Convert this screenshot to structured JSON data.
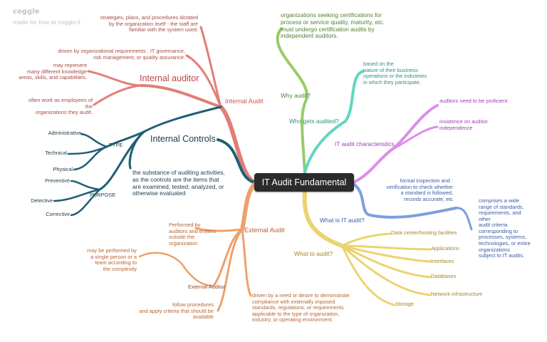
{
  "brand": {
    "logo": "coggle",
    "made_for_free": "made for free at coggle.it"
  },
  "central": "IT Audit Fundamental",
  "colors": {
    "internal_audit": "#e07f77",
    "internal_controls": "#1f5f74",
    "external_audit": "#efa06a",
    "why": "#96cc66",
    "who": "#5ed7c0",
    "characteristics": "#db8ee8",
    "what_is": "#7d9ede",
    "what_to_audit": "#ecd36f"
  },
  "internal_audit": {
    "label": "Internal Audit",
    "internal_auditor_heading": "Internal auditor",
    "strategies": "strategies, plans, and procedures dictated\nby the organization itself - the staff are\nfamiliar with the system used.",
    "driven": "driven by organizational requirements : IT governance,\nrisk management, or quality assurance.",
    "represent": "may represent\nmany different knowledge\nareas, skills, and capabilities.",
    "employees": "often work as employees of\nthe\norganizations they audit."
  },
  "internal_controls": {
    "label": "Internal Controls",
    "description": "the substance of auditing activities,\nas the controls are the items that\nare examined, tested, analyzed, or\notherwise evaluated",
    "type_label": "TYPE",
    "types": [
      "Administrative",
      "Technical",
      "Physical"
    ],
    "purpose_label": "PURPOSE",
    "purposes": [
      "Preventive",
      "Detective",
      "Corrective"
    ]
  },
  "external_audit": {
    "label": "External Audit",
    "performed": "Performed by\nauditors and entities\noutside the\norganization",
    "external_auditor": "External Auditor",
    "single": "may be performed by\na single person or a\nteam according to\nthe complexity",
    "follow": "follow procedures\nand apply criteria that should be\navailable",
    "driven": "driven by a need or desire to demonstrate\ncompliance with externally imposed\nstandards, regulations, or requirements\napplicable to the type of organization,\nindustry, or operating environment."
  },
  "why": {
    "label": "Why audit?",
    "text": "organizations seeking certifications for\nprocess or service quality, maturity, etc.\nmust undergo certification audits by\nindependent auditors."
  },
  "who": {
    "label": "Who gets audited?",
    "text": "based on the\nnature of their business\noperations or the industries\nin which they participate."
  },
  "characteristics": {
    "label": "IT audit characteristics",
    "items": [
      "auditors need to be proficient",
      "insistence on auditor\nindependence"
    ]
  },
  "what_is": {
    "label": "What is IT audit?",
    "formal": "formal inspection and :\nverification to check whether\na standard is followed,\nrecords accurate, etc",
    "criteria": "comprises a wide\nrange of standards,\nrequirements, and\nother\naudit criteria\ncorresponding to\nprocesses, systems,\ntechnologies, or entire\norganizations\nsubject to IT audits."
  },
  "what_to_audit": {
    "label": "What to audit?",
    "items": [
      "Data center/hosting facilities",
      "Applications",
      "Interfaces",
      "Databases",
      "Network infrastructure",
      "Storage"
    ]
  }
}
